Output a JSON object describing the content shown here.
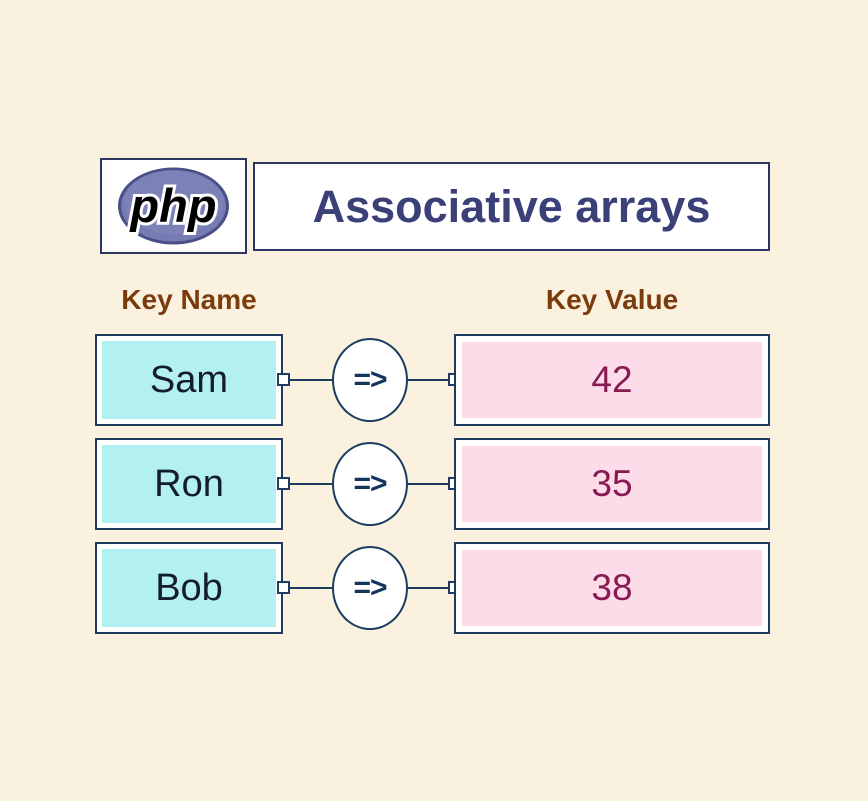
{
  "header": {
    "logo_text": "php",
    "title": "Associative arrays"
  },
  "columns": {
    "key": "Key Name",
    "value": "Key Value"
  },
  "connector": {
    "arrow": "=>"
  },
  "rows": [
    {
      "key": "Sam",
      "value": "42"
    },
    {
      "key": "Ron",
      "value": "35"
    },
    {
      "key": "Bob",
      "value": "38"
    }
  ],
  "colors": {
    "background": "#FBF1DF",
    "header_box_border": "#2E3560",
    "row_box_border": "#1E3C5F",
    "key_fill": "#B3F0F2",
    "value_fill": "#FCDCE8",
    "title_text": "#3B4078",
    "column_header_text": "#7A3C0D",
    "key_text": "#161C30",
    "value_text": "#871B51",
    "arrow_text": "#14345E",
    "php_logo_purple": "#777BB3",
    "php_logo_purple_dark": "#4A4F87"
  }
}
